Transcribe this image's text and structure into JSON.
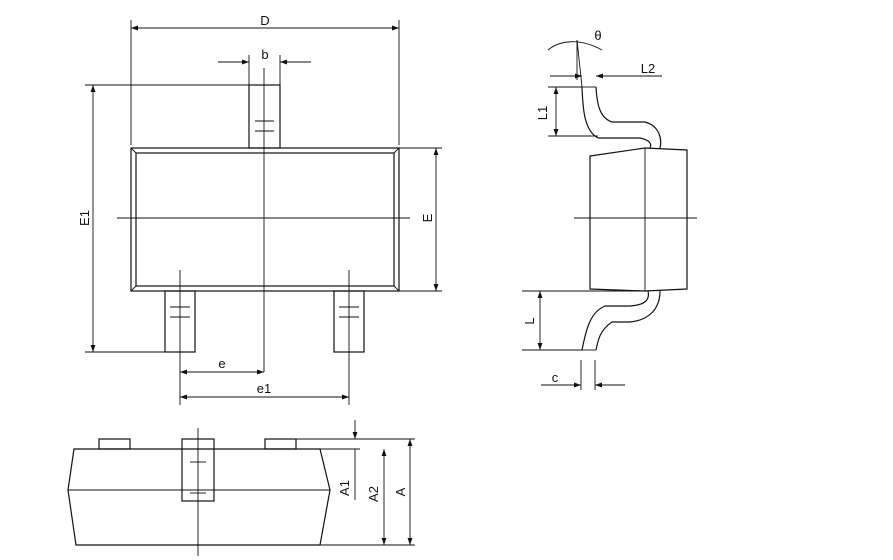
{
  "labels": {
    "D": "D",
    "b": "b",
    "E1": "E1",
    "E": "E",
    "e": "e",
    "e1": "e1",
    "theta": "θ",
    "L2": "L2",
    "L1": "L1",
    "L": "L",
    "c": "c",
    "A1": "A1",
    "A2": "A2",
    "A": "A"
  }
}
